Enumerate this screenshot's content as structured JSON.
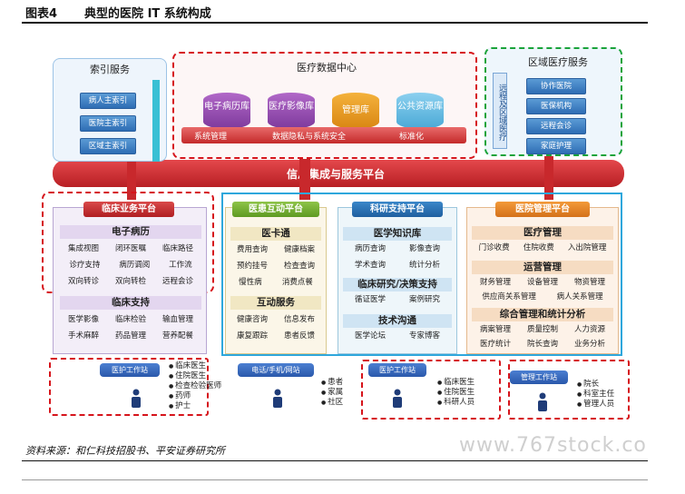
{
  "figure": {
    "label": "图表4",
    "title": "典型的医院 IT 系统构成",
    "source": "资料来源：和仁科技招股书、平安证券研究所",
    "watermark": "www.767stock.co"
  },
  "index_service": {
    "title": "索引服务",
    "items": [
      "病人主索引",
      "医院主索引",
      "区域主索引"
    ]
  },
  "data_center": {
    "title": "医疗数据中心",
    "dbs": [
      "电子病历库",
      "医疗影像库",
      "管理库",
      "公共资源库"
    ],
    "bar_items": [
      "系统管理",
      "数据隐私与系统安全",
      "标准化"
    ]
  },
  "regional": {
    "title": "区域医疗服务",
    "side_label": "远程及区域医疗",
    "items": [
      "协作医院",
      "医保机构",
      "远程会诊",
      "家庭护理"
    ]
  },
  "platform": {
    "title": "信息集成与服务平台"
  },
  "clinical": {
    "title": "临床业务平台",
    "emr_title": "电子病历",
    "emr_rows": [
      [
        "集成视图",
        "闭环医嘱",
        "临床路径"
      ],
      [
        "诊疗支持",
        "病历调阅",
        "工作流"
      ],
      [
        "双向转诊",
        "双向转检",
        "远程会诊"
      ]
    ],
    "support_title": "临床支持",
    "support_rows": [
      [
        "医学影像",
        "临床检验",
        "输血管理"
      ],
      [
        "手术麻醉",
        "药品管理",
        "营养配餐"
      ]
    ]
  },
  "interaction": {
    "title": "医患互动平台",
    "card_title": "医卡通",
    "card_rows": [
      [
        "费用查询",
        "健康档案"
      ],
      [
        "预约挂号",
        "检查查询"
      ],
      [
        "慢性病",
        "消费点餐"
      ]
    ],
    "svc_title": "互动服务",
    "svc_rows": [
      [
        "健康咨询",
        "信息发布"
      ],
      [
        "康复跟踪",
        "患者反馈"
      ]
    ]
  },
  "research": {
    "title": "科研支持平台",
    "kb_title": "医学知识库",
    "kb_rows": [
      [
        "病历查询",
        "影像查询"
      ],
      [
        "学术查询",
        "统计分析"
      ]
    ],
    "cds_title": "临床研究/决策支持",
    "cds_rows": [
      [
        "循证医学",
        "案例研究"
      ]
    ],
    "tech_title": "技术沟通",
    "tech_rows": [
      [
        "医学论坛",
        "专家博客"
      ]
    ]
  },
  "management": {
    "title": "医院管理平台",
    "med_title": "医疗管理",
    "med_rows": [
      [
        "门诊收费",
        "住院收费",
        "入出院管理"
      ]
    ],
    "ops_title": "运营管理",
    "ops_rows": [
      [
        "财务管理",
        "设备管理",
        "物资管理"
      ],
      [
        "供应商关系管理",
        "病人关系管理"
      ]
    ],
    "stat_title": "综合管理和统计分析",
    "stat_rows": [
      [
        "病案管理",
        "质量控制",
        "人力资源"
      ],
      [
        "医疗统计",
        "院长查询",
        "业务分析"
      ]
    ]
  },
  "stations": [
    {
      "label": "医护工作站",
      "roles": [
        "临床医生",
        "住院医生",
        "检查检验医师",
        "药师",
        "护士"
      ]
    },
    {
      "label": "电话/手机/网站",
      "roles": [
        "患者",
        "家属",
        "社区"
      ]
    },
    {
      "label": "医护工作站",
      "roles": [
        "临床医生",
        "住院医生",
        "科研人员"
      ]
    },
    {
      "label": "管理工作站",
      "roles": [
        "院长",
        "科室主任",
        "管理人员"
      ]
    }
  ],
  "colors": {
    "red_dash": "#d6141b",
    "green_dash": "#1aa33a",
    "platform_red": "#c8282c",
    "blue_frame": "#2ea7dc"
  }
}
